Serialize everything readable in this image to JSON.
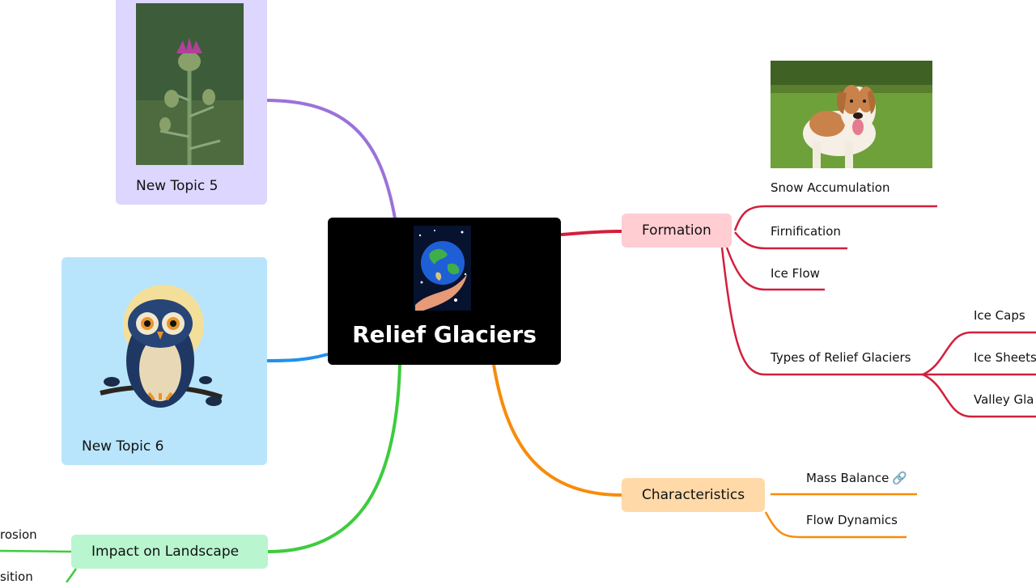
{
  "central": {
    "title": "Relief Glaciers",
    "image": "earth-in-hand-image"
  },
  "branches": {
    "formation": {
      "label": "Formation",
      "color": "#d21f3c",
      "image": "dog-image",
      "children": [
        "Snow Accumulation",
        "Firnification",
        "Ice Flow",
        "Types of Relief Glaciers"
      ],
      "types": [
        "Ice Caps",
        "Ice Sheets",
        "Valley Gla"
      ]
    },
    "characteristics": {
      "label": "Characteristics",
      "color": "#f78c0a",
      "children": [
        "Mass Balance",
        "Flow Dynamics"
      ],
      "link_icon": "link-icon"
    },
    "impact": {
      "label": "Impact on Landscape",
      "color": "#3dcc3d",
      "children": [
        "rosion",
        "sition"
      ]
    },
    "topic5": {
      "label": "New Topic 5",
      "color": "#9b72d9",
      "image": "thistle-image"
    },
    "topic6": {
      "label": "New Topic 6",
      "color": "#2090f0",
      "image": "owl-image"
    }
  }
}
